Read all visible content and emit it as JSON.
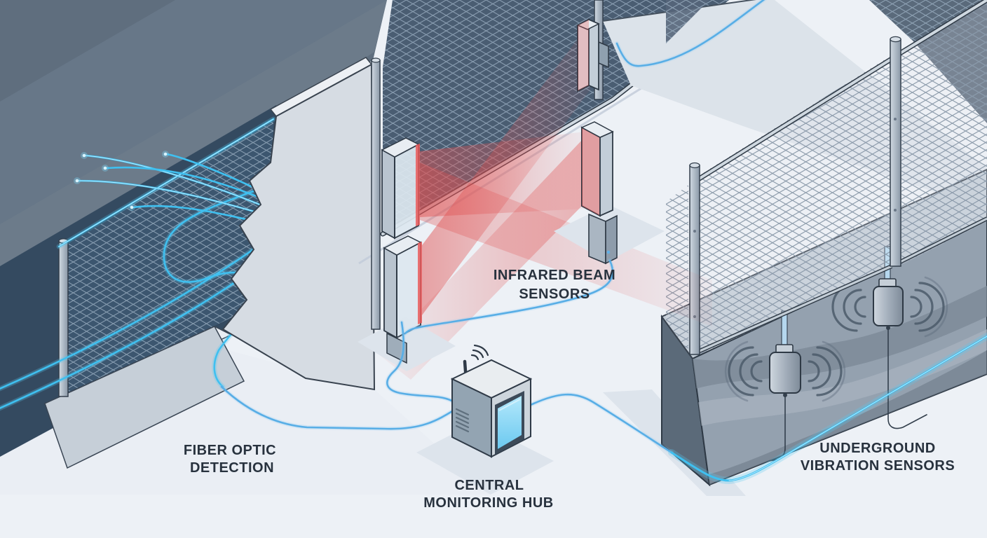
{
  "scene": {
    "labels": {
      "fiber_optic": {
        "line1": "FIBER OPTIC",
        "line2": "DETECTION"
      },
      "infrared": {
        "line1": "INFRARED BEAM",
        "line2": "SENSORS"
      },
      "hub": {
        "line1": "CENTRAL",
        "line2": "MONITORING HUB"
      },
      "underground": {
        "line1": "UNDERGROUND",
        "line2": "VIBRATION SENSORS"
      }
    },
    "colors": {
      "background": "#edf1f6",
      "far_wall": "#5f6e7e",
      "dark_wall": "#344a60",
      "fiber_glow": "#3fc0f0",
      "infrared_beam": "#e05252",
      "cable_blue": "#58aee6",
      "concrete": "#d6dce3",
      "soil": "#94a1af",
      "screen_blue": "#8fd9f7",
      "label_text": "#28323e"
    }
  }
}
